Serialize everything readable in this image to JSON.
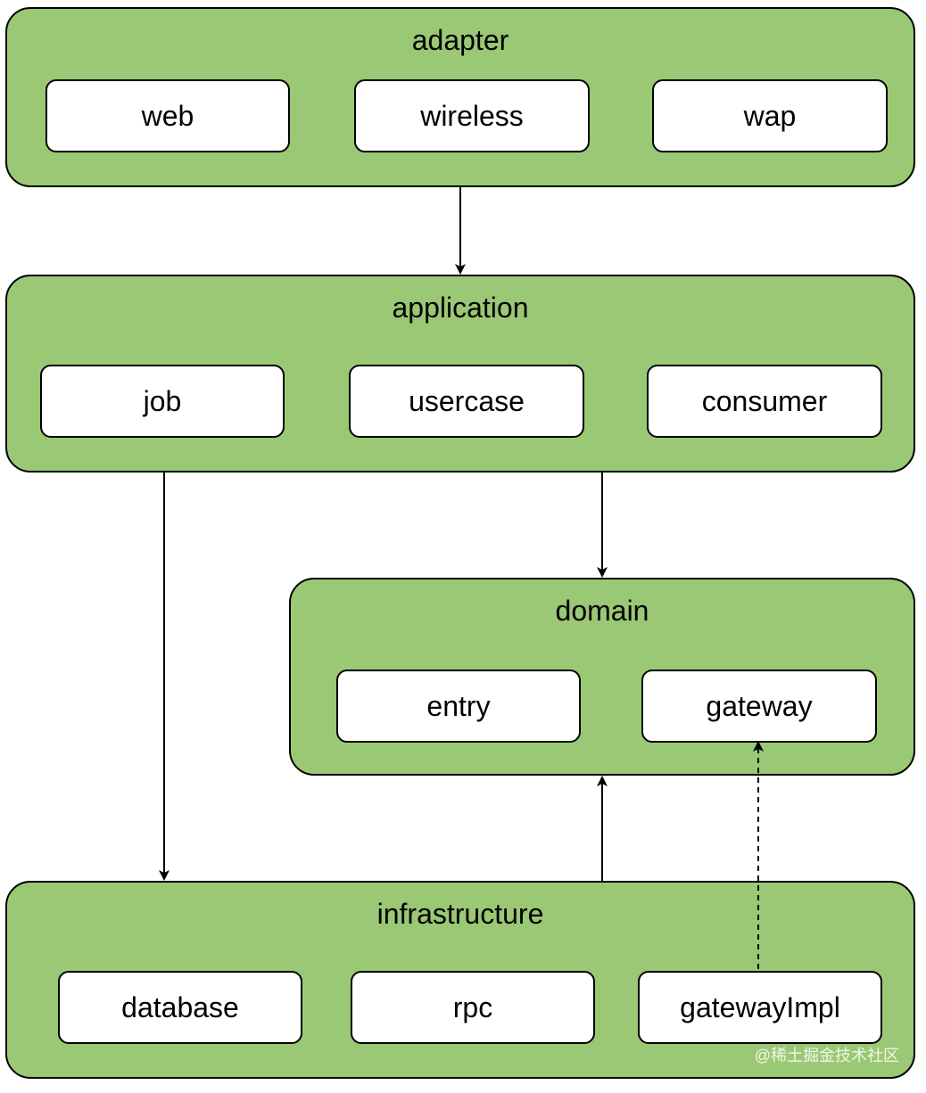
{
  "layers": {
    "adapter": {
      "title": "adapter",
      "modules": [
        "web",
        "wireless",
        "wap"
      ]
    },
    "application": {
      "title": "application",
      "modules": [
        "job",
        "usercase",
        "consumer"
      ]
    },
    "domain": {
      "title": "domain",
      "modules": [
        "entry",
        "gateway"
      ]
    },
    "infrastructure": {
      "title": "infrastructure",
      "modules": [
        "database",
        "rpc",
        "gatewayImpl"
      ]
    }
  },
  "dependencies": [
    {
      "from": "adapter",
      "to": "application",
      "style": "solid"
    },
    {
      "from": "application",
      "to": "domain",
      "style": "solid"
    },
    {
      "from": "application",
      "to": "infrastructure",
      "style": "solid"
    },
    {
      "from": "infrastructure",
      "to": "domain",
      "style": "solid"
    },
    {
      "from": "gatewayImpl",
      "to": "gateway",
      "style": "dashed"
    }
  ],
  "colors": {
    "layer_fill": "#9ac874",
    "module_fill": "#ffffff",
    "stroke": "#000000"
  },
  "watermark": "@稀土掘金技术社区"
}
